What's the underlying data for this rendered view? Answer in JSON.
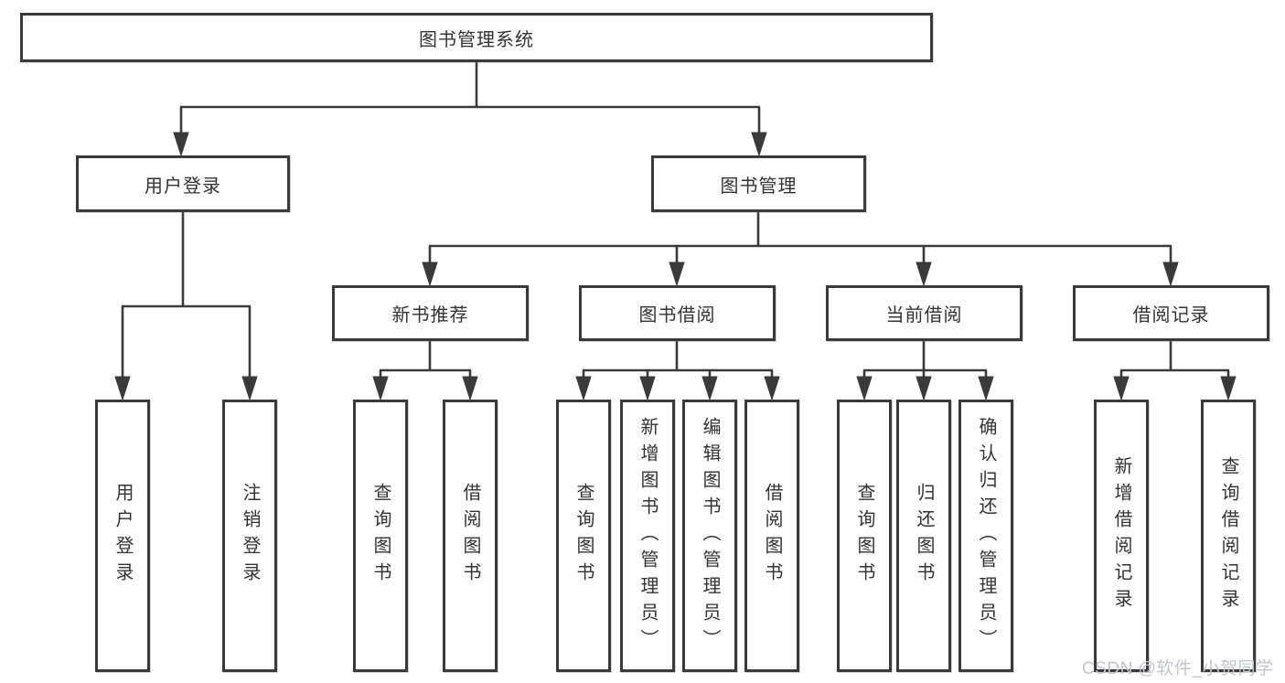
{
  "colors": {
    "line": "#3a3a3a",
    "box_border": "#3a3a3a",
    "text": "#333333",
    "background": "#ffffff",
    "watermark": "#c2c6cb"
  },
  "watermark": {
    "text": "CSDN @软件_小贺同学"
  },
  "diagram": {
    "type": "tree",
    "root": {
      "label": "图书管理系统",
      "children": [
        {
          "label": "用户登录",
          "children": [
            {
              "label": "用户登录"
            },
            {
              "label": "注销登录"
            }
          ]
        },
        {
          "label": "图书管理",
          "children": [
            {
              "label": "新书推荐",
              "children": [
                {
                  "label": "查询图书"
                },
                {
                  "label": "借阅图书"
                }
              ]
            },
            {
              "label": "图书借阅",
              "children": [
                {
                  "label": "查询图书"
                },
                {
                  "label": "新增图书（管理员）"
                },
                {
                  "label": "编辑图书（管理员）"
                },
                {
                  "label": "借阅图书"
                }
              ]
            },
            {
              "label": "当前借阅",
              "children": [
                {
                  "label": "查询图书"
                },
                {
                  "label": "归还图书"
                },
                {
                  "label": "确认归还（管理员）"
                }
              ]
            },
            {
              "label": "借阅记录",
              "children": [
                {
                  "label": "新增借阅记录"
                },
                {
                  "label": "查询借阅记录"
                }
              ]
            }
          ]
        }
      ]
    }
  }
}
